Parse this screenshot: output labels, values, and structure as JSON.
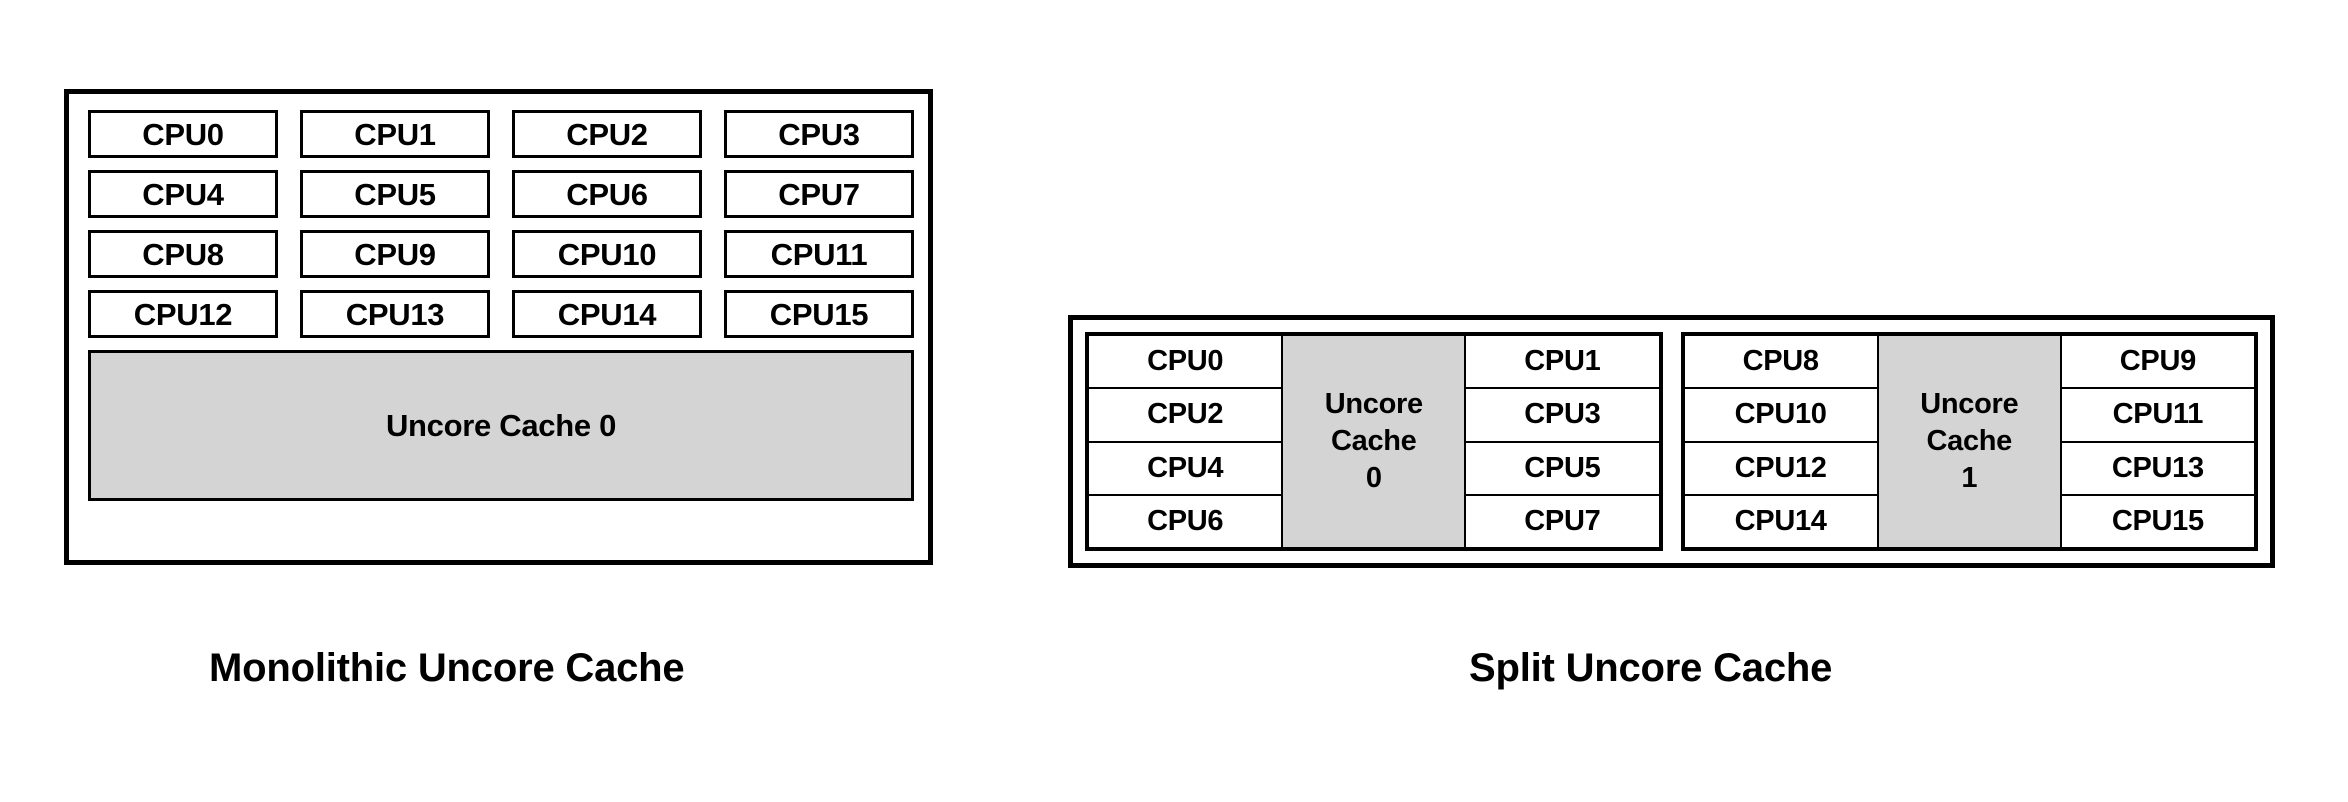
{
  "diagrams": [
    {
      "id": "monolithic",
      "caption": "Monolithic Uncore Cache",
      "cpus": [
        "CPU0",
        "CPU1",
        "CPU2",
        "CPU3",
        "CPU4",
        "CPU5",
        "CPU6",
        "CPU7",
        "CPU8",
        "CPU9",
        "CPU10",
        "CPU11",
        "CPU12",
        "CPU13",
        "CPU14",
        "CPU15"
      ],
      "cache_label": "Uncore Cache 0"
    },
    {
      "id": "split",
      "caption": "Split Uncore Cache",
      "clusters": [
        {
          "left_cpus": [
            "CPU0",
            "CPU2",
            "CPU4",
            "CPU6"
          ],
          "cache_line1": "Uncore",
          "cache_line2": "Cache",
          "cache_line3": "0",
          "right_cpus": [
            "CPU1",
            "CPU3",
            "CPU5",
            "CPU7"
          ]
        },
        {
          "left_cpus": [
            "CPU8",
            "CPU10",
            "CPU12",
            "CPU14"
          ],
          "cache_line1": "Uncore",
          "cache_line2": "Cache",
          "cache_line3": "1",
          "right_cpus": [
            "CPU9",
            "CPU11",
            "CPU13",
            "CPU15"
          ]
        }
      ]
    }
  ],
  "colors": {
    "cache_fill": "#d4d4d4",
    "border": "#000000",
    "background": "#ffffff",
    "cpu_fill": "#ffffff"
  }
}
